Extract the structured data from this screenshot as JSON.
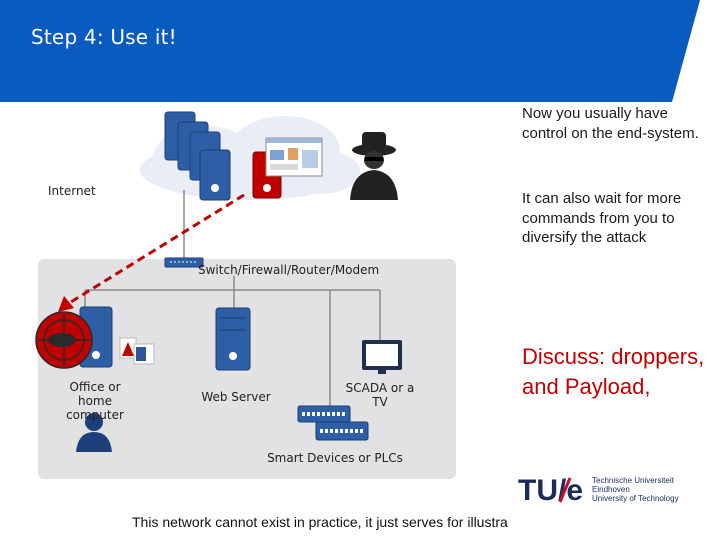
{
  "slide": {
    "title": "Step 4: Use it!",
    "side_text_1": "Now you usually have control on the end-system.",
    "side_text_2": "It can also wait for more commands from you to diversify the attack",
    "discuss": "Discuss: droppers, and Payload,",
    "footer": "This network cannot exist in practice, it just serves for illustra"
  },
  "diagram": {
    "internet_label": "Internet",
    "switch_label": "Switch/Firewall/Router/Modem",
    "office_label": "Office or home computer",
    "web_server_label": "Web Server",
    "scada_label": "SCADA or a TV",
    "smart_label": "Smart Devices or PLCs"
  },
  "logo": {
    "mark": "TU/e",
    "line1": "Technische Universiteit",
    "line2": "Eindhoven",
    "line3": "University of Technology"
  },
  "colors": {
    "header_blue": "#0a5bbf",
    "server_blue": "#2e5fa6",
    "attack_red": "#c00000",
    "tue_red": "#c8102e",
    "tue_navy": "#1c2c5a"
  }
}
